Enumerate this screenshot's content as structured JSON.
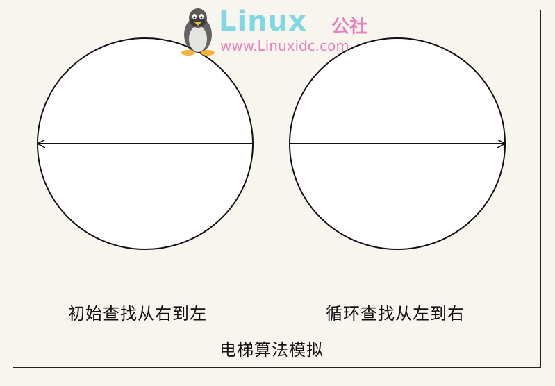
{
  "captions": {
    "left": "初始查找从右到左",
    "right": "循环查找从左到右",
    "title": "电梯算法模拟"
  },
  "watermark": {
    "brand": "Linux",
    "brand_cn": "公社",
    "url": "www.Linuxidc.com",
    "icon": "penguin-icon"
  },
  "colors": {
    "background": "#f8f5ef",
    "stroke": "#111111",
    "circle_fill": "#ffffff",
    "watermark_cyan": "#6bd3e3",
    "watermark_pink": "#e86fb6"
  }
}
